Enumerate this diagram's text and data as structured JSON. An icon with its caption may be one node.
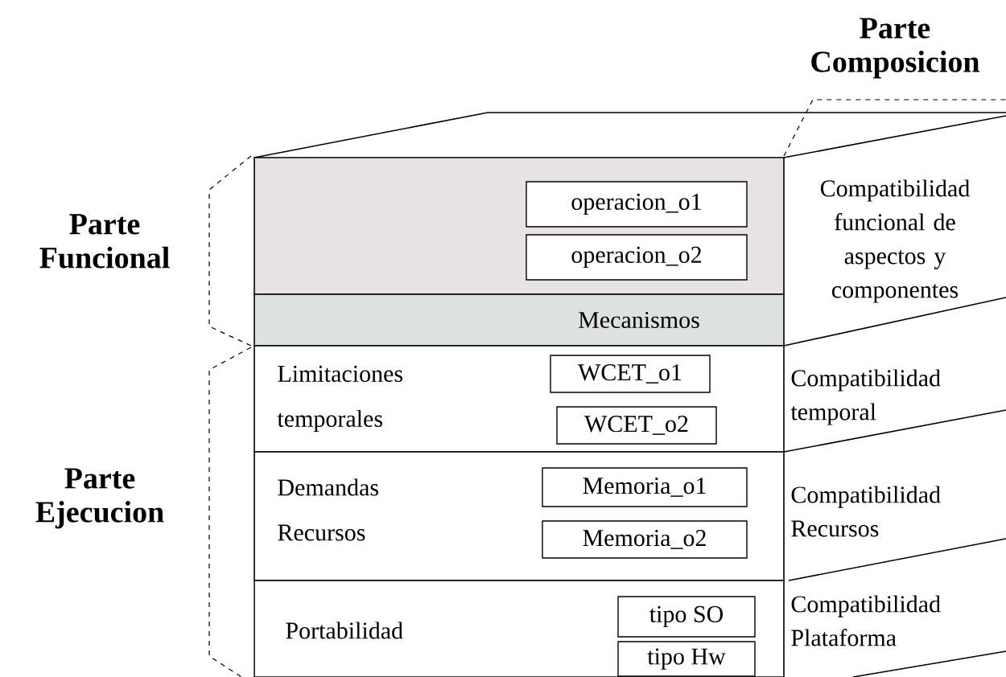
{
  "diagram": {
    "nodes": [
      {
        "text": [],
        "shape": "box"
      },
      {
        "text": [
          "operacion_o1"
        ],
        "in": 0
      },
      {
        "text": [
          "operacion_o2"
        ],
        "in": 0
      },
      {
        "text": [
          "Mecanismos"
        ]
      },
      {
        "text": [
          "Limitaciones temporales"
        ]
      },
      {
        "text": [
          "WCET_o1"
        ],
        "in": 4
      },
      {
        "text": [
          "WCET_o2"
        ],
        "in": 4
      },
      {
        "text": [
          "Demandas Recursos"
        ]
      },
      {
        "text": [
          "Memoria_o1"
        ],
        "in": 7
      },
      {
        "text": [
          "Memoria_o2"
        ],
        "in": 7
      },
      {
        "text": [
          "Portabilidad"
        ]
      },
      {
        "text": [
          "tipo SO"
        ],
        "in": 10
      },
      {
        "text": [
          "tipo Hw"
        ],
        "in": 10
      }
    ],
    "labels": [
      "Parte Composicion",
      "Parte Funcional",
      "Compatibilidad funcional de aspectos y componentes",
      "Compatibilidad temporal",
      "Parte Ejecucion",
      "Compatibilidad Recursos",
      "Compatibilidad Plataforma"
    ]
  }
}
